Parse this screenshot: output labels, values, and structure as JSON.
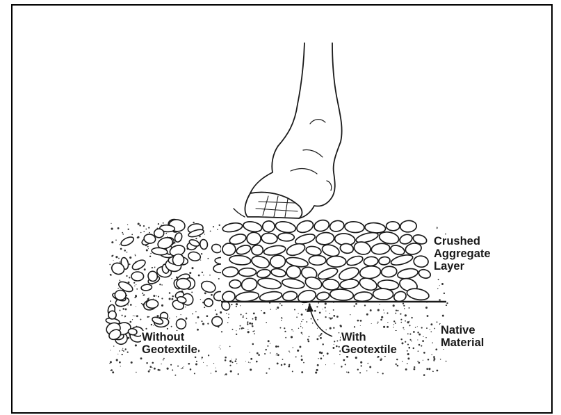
{
  "labels": {
    "crushed": [
      "Crushed",
      "Aggregate",
      "Layer"
    ],
    "native": [
      "Native",
      "Material"
    ],
    "with_geo": [
      "With",
      "Geotextile"
    ],
    "without_geo": [
      "Without",
      "Geotextile"
    ]
  },
  "icons": {
    "hoof": "horse-hoof-icon"
  },
  "colors": {
    "ink": "#1a1a1a",
    "border": "#000000",
    "background": "#ffffff"
  }
}
